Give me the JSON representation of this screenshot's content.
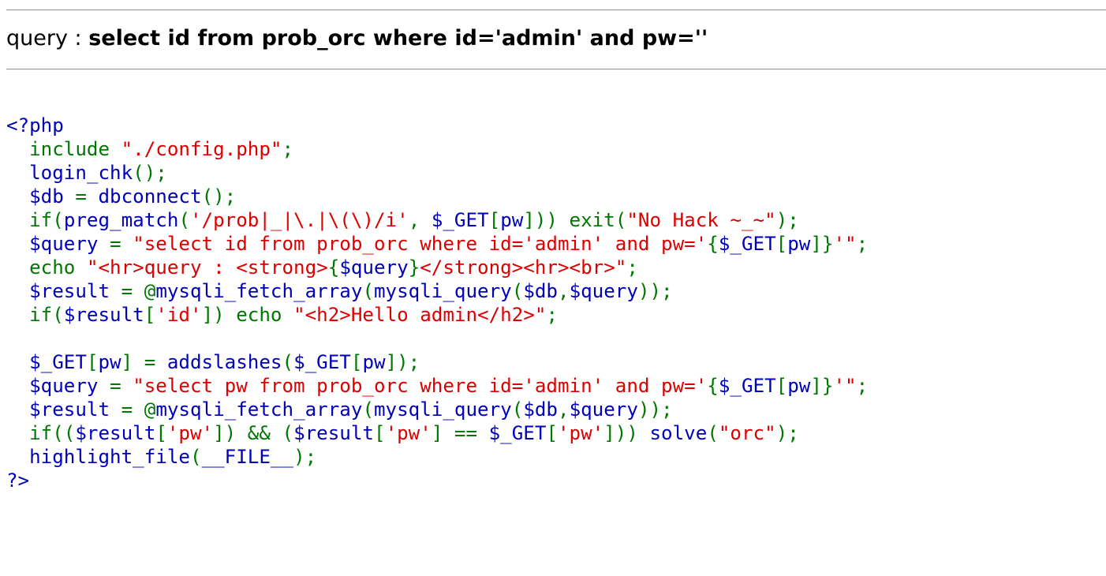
{
  "query": {
    "label": "query : ",
    "value": "select id from prob_orc where id='admin' and pw=''"
  },
  "colors": {
    "default": "#0000BB",
    "keyword": "#007700",
    "string": "#DD0000",
    "rule": "#9a9a9a"
  },
  "source": {
    "lines": [
      [
        [
          "k",
          "<?php"
        ]
      ],
      [
        [
          "d",
          "  include "
        ],
        [
          "s",
          "\"./config.php\""
        ],
        [
          "d",
          ";"
        ]
      ],
      [
        [
          "d",
          "  "
        ],
        [
          "k",
          "login_chk"
        ],
        [
          "d",
          "();"
        ]
      ],
      [
        [
          "d",
          "  "
        ],
        [
          "k",
          "$db "
        ],
        [
          "d",
          "= "
        ],
        [
          "k",
          "dbconnect"
        ],
        [
          "d",
          "();"
        ]
      ],
      [
        [
          "d",
          "  if("
        ],
        [
          "k",
          "preg_match"
        ],
        [
          "d",
          "("
        ],
        [
          "s",
          "'/prob|_|\\.|\\(\\)/i'"
        ],
        [
          "d",
          ", "
        ],
        [
          "k",
          "$_GET"
        ],
        [
          "d",
          "["
        ],
        [
          "k",
          "pw"
        ],
        [
          "d",
          "])) exit("
        ],
        [
          "s",
          "\"No Hack ~_~\""
        ],
        [
          "d",
          ");"
        ]
      ],
      [
        [
          "d",
          "  "
        ],
        [
          "k",
          "$query "
        ],
        [
          "d",
          "= "
        ],
        [
          "s",
          "\"select id from prob_orc where id='admin' and pw='"
        ],
        [
          "d",
          "{"
        ],
        [
          "k",
          "$_GET"
        ],
        [
          "d",
          "["
        ],
        [
          "k",
          "pw"
        ],
        [
          "d",
          "]}"
        ],
        [
          "s",
          "'\""
        ],
        [
          "d",
          ";"
        ]
      ],
      [
        [
          "d",
          "  echo "
        ],
        [
          "s",
          "\"<hr>query : <strong>"
        ],
        [
          "d",
          "{"
        ],
        [
          "k",
          "$query"
        ],
        [
          "d",
          "}"
        ],
        [
          "s",
          "</strong><hr><br>\""
        ],
        [
          "d",
          ";"
        ]
      ],
      [
        [
          "d",
          "  "
        ],
        [
          "k",
          "$result "
        ],
        [
          "d",
          "= @"
        ],
        [
          "k",
          "mysqli_fetch_array"
        ],
        [
          "d",
          "("
        ],
        [
          "k",
          "mysqli_query"
        ],
        [
          "d",
          "("
        ],
        [
          "k",
          "$db"
        ],
        [
          "d",
          ","
        ],
        [
          "k",
          "$query"
        ],
        [
          "d",
          "));"
        ]
      ],
      [
        [
          "d",
          "  if("
        ],
        [
          "k",
          "$result"
        ],
        [
          "d",
          "["
        ],
        [
          "s",
          "'id'"
        ],
        [
          "d",
          "]) echo "
        ],
        [
          "s",
          "\"<h2>Hello admin</h2>\""
        ],
        [
          "d",
          ";"
        ]
      ],
      [
        [
          "d",
          ""
        ]
      ],
      [
        [
          "d",
          "  "
        ],
        [
          "k",
          "$_GET"
        ],
        [
          "d",
          "["
        ],
        [
          "k",
          "pw"
        ],
        [
          "d",
          "] = "
        ],
        [
          "k",
          "addslashes"
        ],
        [
          "d",
          "("
        ],
        [
          "k",
          "$_GET"
        ],
        [
          "d",
          "["
        ],
        [
          "k",
          "pw"
        ],
        [
          "d",
          "]);"
        ]
      ],
      [
        [
          "d",
          "  "
        ],
        [
          "k",
          "$query "
        ],
        [
          "d",
          "= "
        ],
        [
          "s",
          "\"select pw from prob_orc where id='admin' and pw='"
        ],
        [
          "d",
          "{"
        ],
        [
          "k",
          "$_GET"
        ],
        [
          "d",
          "["
        ],
        [
          "k",
          "pw"
        ],
        [
          "d",
          "]}"
        ],
        [
          "s",
          "'\""
        ],
        [
          "d",
          ";"
        ]
      ],
      [
        [
          "d",
          "  "
        ],
        [
          "k",
          "$result "
        ],
        [
          "d",
          "= @"
        ],
        [
          "k",
          "mysqli_fetch_array"
        ],
        [
          "d",
          "("
        ],
        [
          "k",
          "mysqli_query"
        ],
        [
          "d",
          "("
        ],
        [
          "k",
          "$db"
        ],
        [
          "d",
          ","
        ],
        [
          "k",
          "$query"
        ],
        [
          "d",
          "));"
        ]
      ],
      [
        [
          "d",
          "  if(("
        ],
        [
          "k",
          "$result"
        ],
        [
          "d",
          "["
        ],
        [
          "s",
          "'pw'"
        ],
        [
          "d",
          "]) && ("
        ],
        [
          "k",
          "$result"
        ],
        [
          "d",
          "["
        ],
        [
          "s",
          "'pw'"
        ],
        [
          "d",
          "] == "
        ],
        [
          "k",
          "$_GET"
        ],
        [
          "d",
          "["
        ],
        [
          "s",
          "'pw'"
        ],
        [
          "d",
          "])) "
        ],
        [
          "k",
          "solve"
        ],
        [
          "d",
          "("
        ],
        [
          "s",
          "\"orc\""
        ],
        [
          "d",
          ");"
        ]
      ],
      [
        [
          "d",
          "  "
        ],
        [
          "k",
          "highlight_file"
        ],
        [
          "d",
          "("
        ],
        [
          "k",
          "__FILE__"
        ],
        [
          "d",
          ");"
        ]
      ],
      [
        [
          "k",
          "?>"
        ]
      ]
    ]
  }
}
